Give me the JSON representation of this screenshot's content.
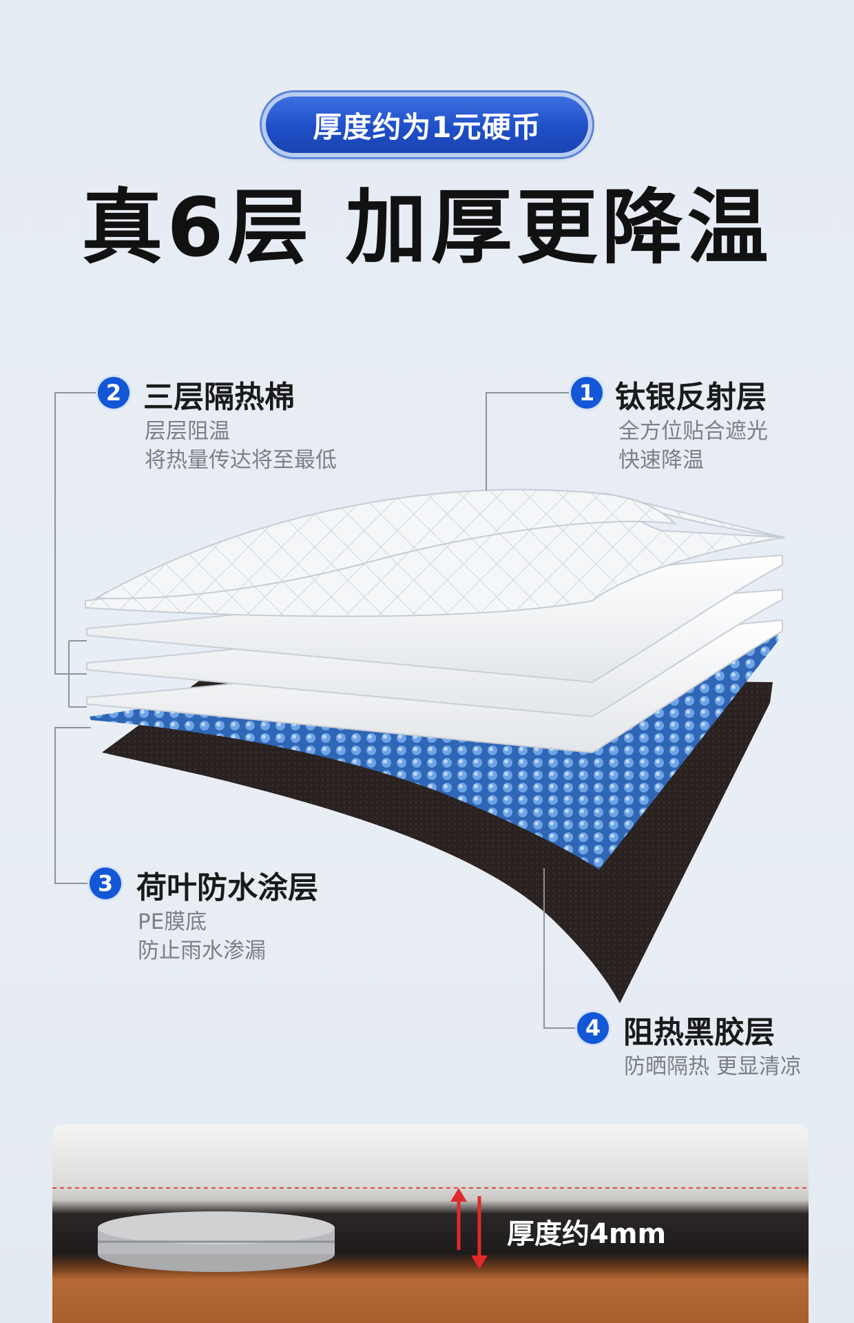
{
  "badge_pill": {
    "text": "厚度约为1元硬币"
  },
  "headline": {
    "text": "真6层 加厚更降温"
  },
  "callouts": [
    {
      "number": "1",
      "title": "钛银反射层",
      "lines": [
        "全方位贴合遮光",
        "快速降温"
      ]
    },
    {
      "number": "2",
      "title": "三层隔热棉",
      "lines": [
        "层层阻温",
        "将热量传达将至最低"
      ]
    },
    {
      "number": "3",
      "title": "荷叶防水涂层",
      "lines": [
        "PE膜底",
        "防止雨水渗漏"
      ]
    },
    {
      "number": "4",
      "title": "阻热黑胶层",
      "lines": [
        "防晒隔热 更显清凉"
      ]
    }
  ],
  "thickness": {
    "label": "厚度约4mm"
  },
  "colors": {
    "accent": "#1357d6",
    "headline": "#111111",
    "pill": "#1f4fc8",
    "subtext": "#7b7f86"
  }
}
